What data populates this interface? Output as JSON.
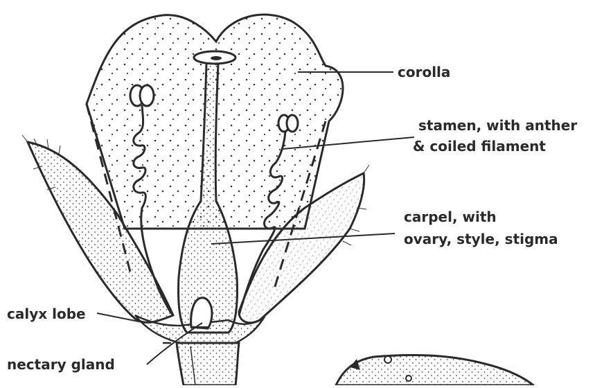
{
  "labels": {
    "corolla": "corolla",
    "stamen_line1": "stamen, with anther",
    "stamen_line2": "& coiled filament",
    "carpel_line1": "carpel, with",
    "carpel_line2": "ovary, style, stigma",
    "calyx": "calyx lobe",
    "nectary": "nectary gland"
  },
  "colors": {
    "ink": "#2a2a2a",
    "paper": "#ffffff"
  }
}
